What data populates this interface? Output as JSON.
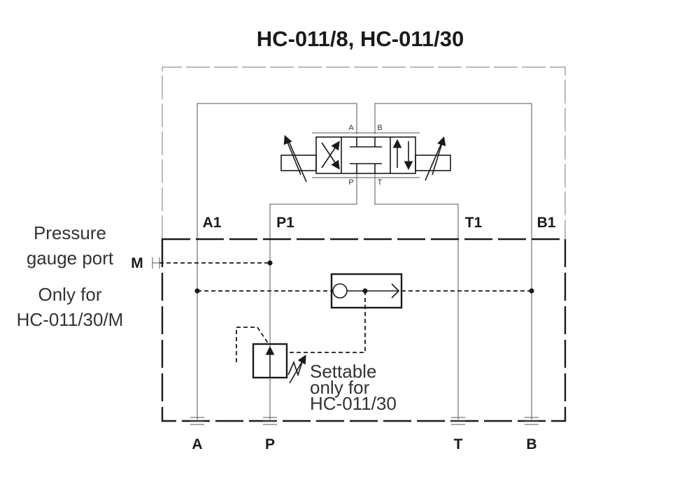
{
  "title": "HC-011/8, HC-011/30",
  "ports": {
    "a1": "A1",
    "p1": "P1",
    "t1": "T1",
    "b1": "B1",
    "a": "A",
    "p": "P",
    "t": "T",
    "b": "B",
    "m": "M",
    "valve_a": "A",
    "valve_b": "B",
    "valve_p": "P",
    "valve_t": "T"
  },
  "notes": {
    "gauge_line1": "Pressure",
    "gauge_line2": "gauge port",
    "only_line1": "Only for",
    "only_line2": "HC-011/30/M",
    "settable_line1": "Settable",
    "settable_line2": "only for",
    "settable_line3": "HC-011/30"
  }
}
